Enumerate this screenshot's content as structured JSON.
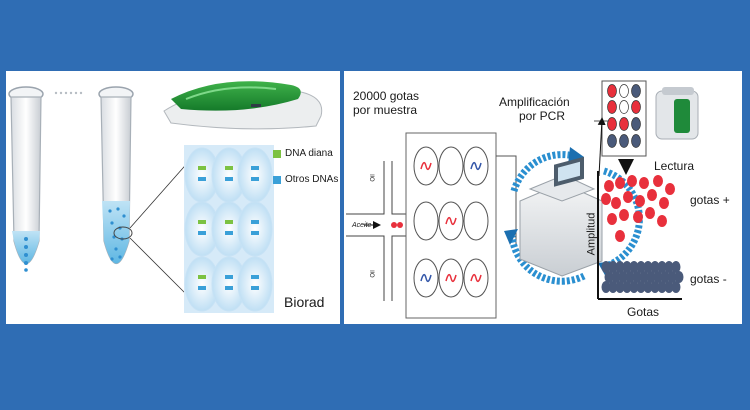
{
  "colors": {
    "background": "#2f6db4",
    "target_dna": "#7cc242",
    "other_dna": "#3aa0d8",
    "positive_droplet": "#e8303c",
    "negative_droplet": "#4a5a7a",
    "cycle_arrow": "#2a8fd0"
  },
  "left_panel": {
    "legend": [
      {
        "label": "DNA diana",
        "color": "#7cc242"
      },
      {
        "label": "Otros DNAs",
        "color": "#3aa0d8"
      }
    ],
    "credit": "Biorad",
    "droplet_grid": [
      [
        "target",
        "target",
        "other"
      ],
      [
        "target",
        "target",
        "other"
      ],
      [
        "target",
        "other",
        "other"
      ]
    ]
  },
  "right_panel": {
    "droplets_label_line1": "20000 gotas",
    "droplets_label_line2": "por muestra",
    "pcr_label_line1": "Amplificación",
    "pcr_label_line2": "por PCR",
    "reading_label": "Lectura",
    "inlet_label": "Aceite",
    "channel_label": "Oil",
    "y_axis_label": "Amplitud",
    "x_axis_label": "Gotas",
    "positive_label": "gotas +",
    "negative_label": "gotas -"
  }
}
